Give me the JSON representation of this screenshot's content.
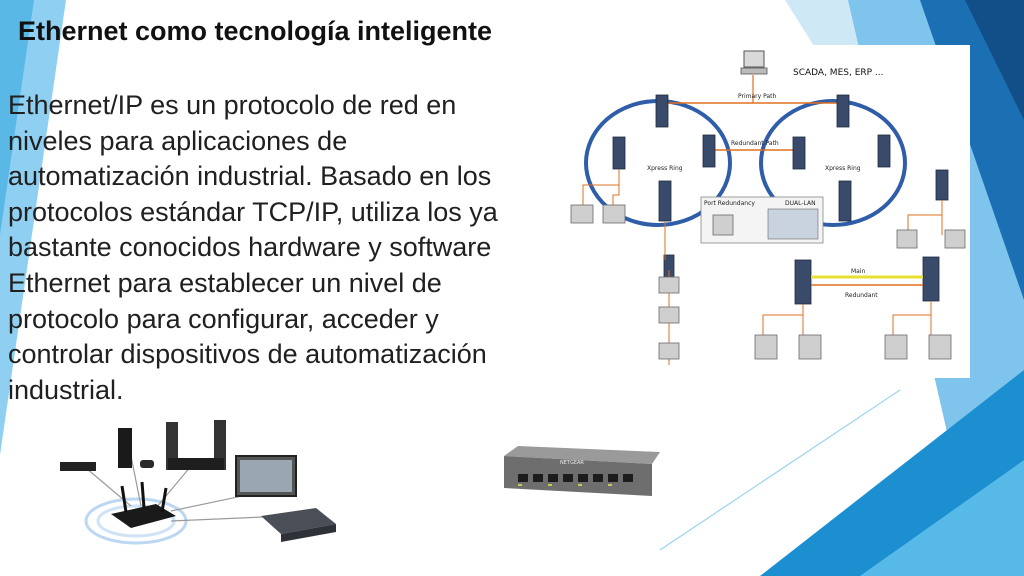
{
  "slide": {
    "title": "Ethernet como tecnología inteligente",
    "body": "Ethernet/IP es un protocolo de red en niveles para aplicaciones de automatización industrial. Basado en los protocolos estándar TCP/IP, utiliza los ya bastante conocidos hardware y software Ethernet para establecer un nivel de protocolo para configurar, acceder y controlar dispositivos de automatización industrial."
  },
  "diagram": {
    "top_label": "SCADA, MES, ERP ...",
    "primary_path": "Primary Path",
    "redundant_path": "Redundant Path",
    "xpress_ring": "Xpress Ring",
    "port_redundancy": "Port Redundancy",
    "dual_lan": "DUAL-LAN",
    "main": "Main",
    "redundant": "Redundant"
  },
  "switch_brand": "NETGEAR",
  "colors": {
    "accent_blue": "#1b8fd0",
    "light_blue": "#57b9e8",
    "dark_blue": "#1266a6",
    "ring_blue": "#2f5da8",
    "link_orange": "#e07020"
  }
}
